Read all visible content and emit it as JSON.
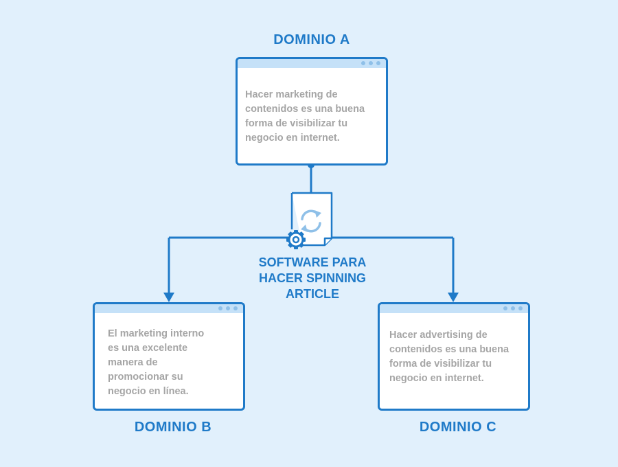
{
  "domains": {
    "a": {
      "title": "DOMINIO A",
      "text": "Hacer marketing de contenidos es una buena forma de visibilizar tu negocio en internet."
    },
    "b": {
      "title": "DOMINIO B",
      "text": "El marketing interno es una excelente manera de promocionar su negocio en línea."
    },
    "c": {
      "title": "DOMINIO C",
      "text": "Hacer advertising de contenidos es una buena forma de visibilizar tu negocio en internet."
    }
  },
  "software": {
    "lines": [
      "SOFTWARE PARA",
      "HACER SPINNING",
      "ARTICLE"
    ]
  },
  "icons": {
    "document": "document-icon",
    "refresh": "refresh-icon",
    "gear": "gear-icon",
    "window_dots": "window-dots-icon"
  },
  "colors": {
    "background": "#e1f0fc",
    "accent": "#1f7ac8",
    "titlebar": "#c5e1f8",
    "body_text": "#a5a5a5",
    "refresh_icon": "#8fc0e8"
  }
}
